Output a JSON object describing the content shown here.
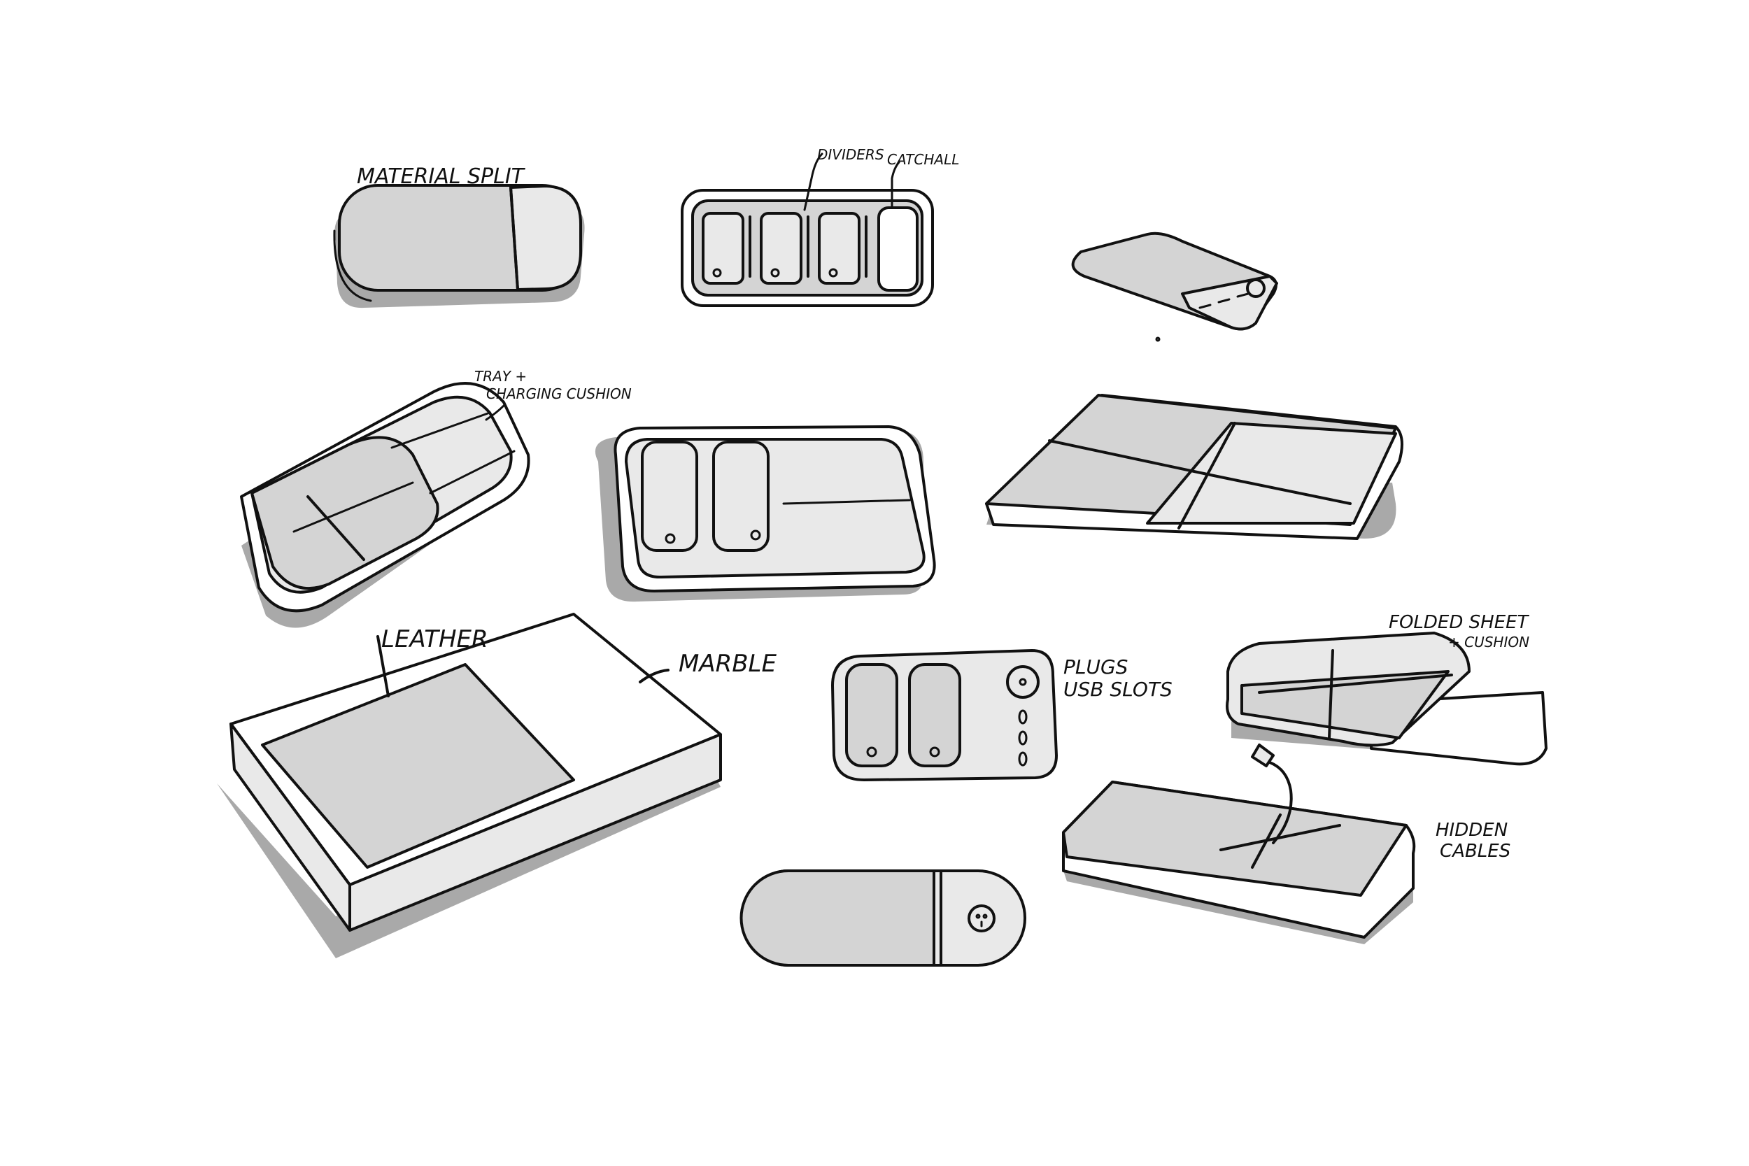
{
  "labels": {
    "material_split": "MATERIAL SPLIT",
    "dividers": "DIVIDERS",
    "catchall": "CATCHALL",
    "tray_line1": "TRAY +",
    "tray_line2": "CHARGING CUSHION",
    "leather": "LEATHER",
    "marble": "MARBLE",
    "plugs_line1": "PLUGS",
    "plugs_line2": "USB SLOTS",
    "folded_line1": "FOLDED SHEET",
    "folded_line2": "+ CUSHION",
    "hidden_line1": "HIDDEN",
    "hidden_line2": "CABLES"
  },
  "colors": {
    "ink": "#111111",
    "light_fill": "#e9e9e9",
    "mid_fill": "#d4d4d4",
    "shadow": "#a9a9a9",
    "paper": "#ffffff"
  }
}
